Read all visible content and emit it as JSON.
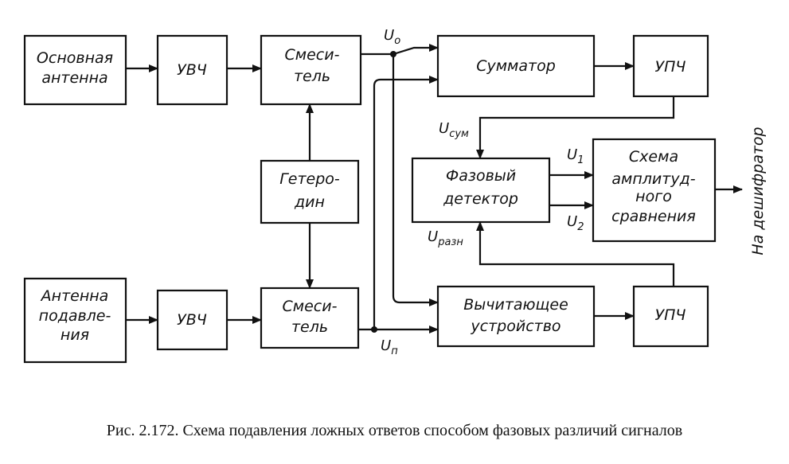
{
  "blocks": {
    "main_antenna": [
      "Основная",
      "антенна"
    ],
    "rf_amp_top": "УВЧ",
    "mixer_top": [
      "Смеси-",
      "тель"
    ],
    "adder": "Сумматор",
    "if_amp_top": "УПЧ",
    "oscillator": [
      "Гетеро-",
      "дин"
    ],
    "phase_detector": [
      "Фазовый",
      "детектор"
    ],
    "amplitude_comparator": [
      "Схема",
      "амплитуд-",
      "ного",
      "сравнения"
    ],
    "suppression_antenna": [
      "Антенна",
      "подавле-",
      "ния"
    ],
    "rf_amp_bottom": "УВЧ",
    "mixer_bottom": [
      "Смеси-",
      "тель"
    ],
    "subtractor": [
      "Вычитающее",
      "устройство"
    ],
    "if_amp_bottom": "УПЧ"
  },
  "signals": {
    "u_o": {
      "main": "U",
      "sub": "o"
    },
    "u_p": {
      "main": "U",
      "sub": "п"
    },
    "u_sum": {
      "main": "U",
      "sub": "сум"
    },
    "u_diff": {
      "main": "U",
      "sub": "разн"
    },
    "u1": {
      "main": "U",
      "sub": "1"
    },
    "u2": {
      "main": "U",
      "sub": "2"
    }
  },
  "output_label": "На дешифратор",
  "caption": "Рис. 2.172. Схема подавления ложных ответов способом фазовых различий сигналов"
}
